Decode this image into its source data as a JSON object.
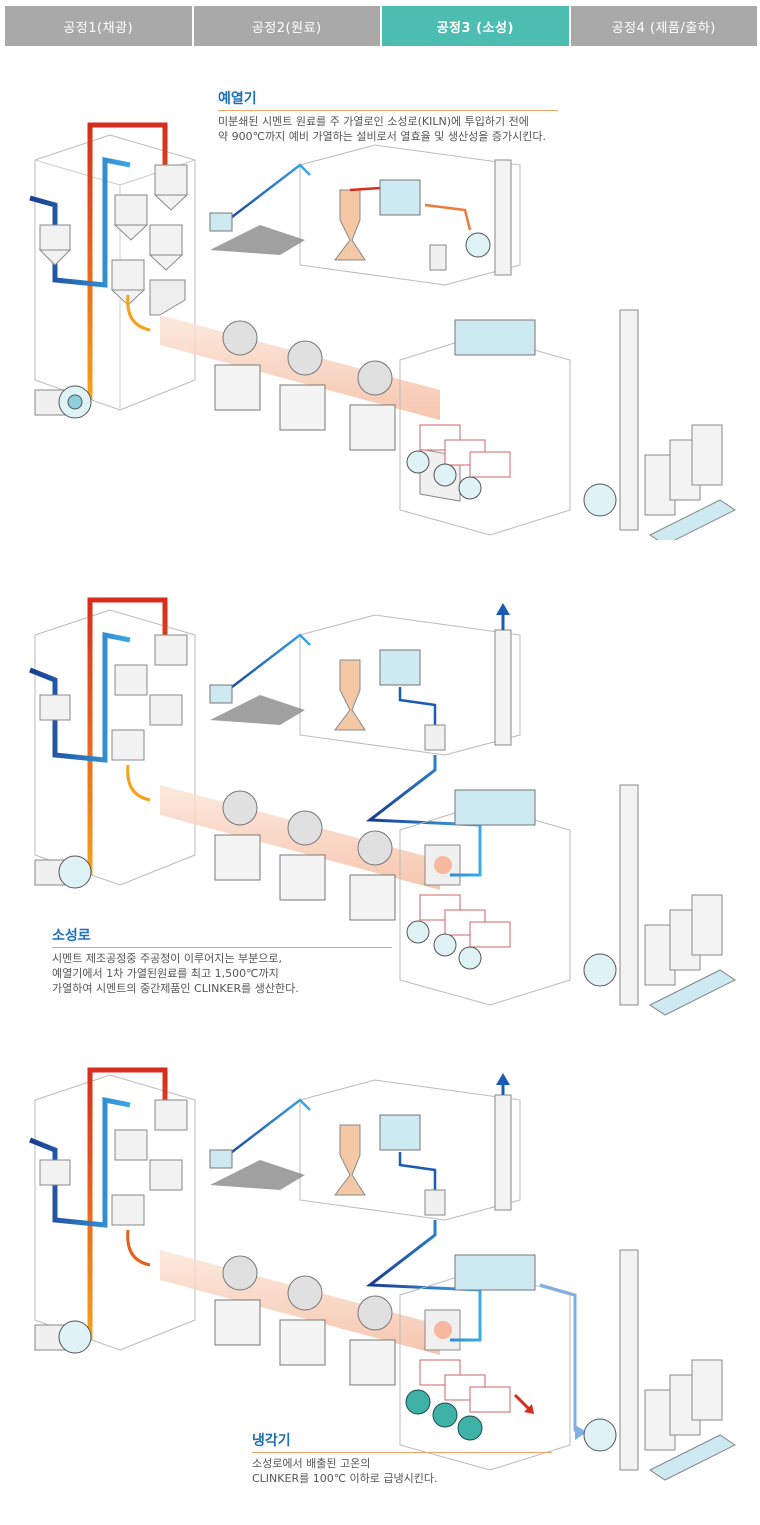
{
  "tabs": [
    {
      "label": "공정1(채광)"
    },
    {
      "label": "공정2(원료)"
    },
    {
      "label": "공정3 (소성)"
    },
    {
      "label": "공정4 (제품/출하)"
    }
  ],
  "active_tab": 2,
  "sections": [
    {
      "title": "예열기",
      "desc": "미분쇄된 시멘트 원료를 주 가열로인 소성로(KILN)에 투입하기 전에\n약 900℃까지 예비 가열하는 설비로서 열효율 및 생산성을 증가시킨다."
    },
    {
      "title": "소성로",
      "desc": "시멘트 제조공정중 주공정이 이루어지는 부분으로,\n예열기에서 1차 가열된원료를 최고 1,500℃까지\n가열하여 시멘트의 중간제품인 CLINKER를 생산한다."
    },
    {
      "title": "냉각기",
      "desc": "소성로에서 배출된 고온의\nCLINKER를 100℃ 이하로 급냉시킨다."
    }
  ],
  "colors": {
    "tab_active": "#4dbdb1",
    "tab_inactive": "#a9a9a9",
    "title": "#1f6fb8",
    "hot": "#d62d1e",
    "cold": "#1a5bb5",
    "kiln": "#f9d8c4"
  }
}
